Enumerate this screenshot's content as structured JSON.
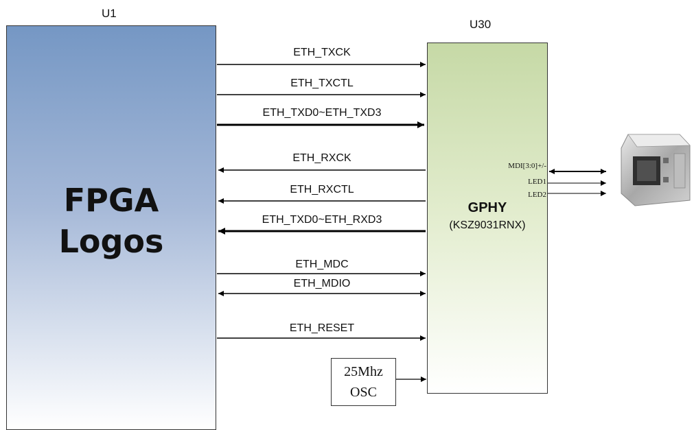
{
  "fpga": {
    "ref": "U1",
    "title_line1": "FPGA",
    "title_line2": "Logos"
  },
  "phy": {
    "ref": "U30",
    "name": "GPHY",
    "part": "(KSZ9031RNX)"
  },
  "pins": {
    "mdi": "MDI[3:0]+/-",
    "led1": "LED1",
    "led2": "LED2"
  },
  "signals": {
    "txck": "ETH_TXCK",
    "txctl": "ETH_TXCTL",
    "txd": "ETH_TXD0~ETH_TXD3",
    "rxck": "ETH_RXCK",
    "rxctl": "ETH_RXCTL",
    "rxd": "ETH_TXD0~ETH_RXD3",
    "mdc": "ETH_MDC",
    "mdio": "ETH_MDIO",
    "reset": "ETH_RESET"
  },
  "osc": {
    "line1": "25Mhz",
    "line2": "OSC"
  },
  "colors": {
    "fpga_top": "#7597c4",
    "phy_top": "#c6d9a6",
    "line": "#000000"
  }
}
